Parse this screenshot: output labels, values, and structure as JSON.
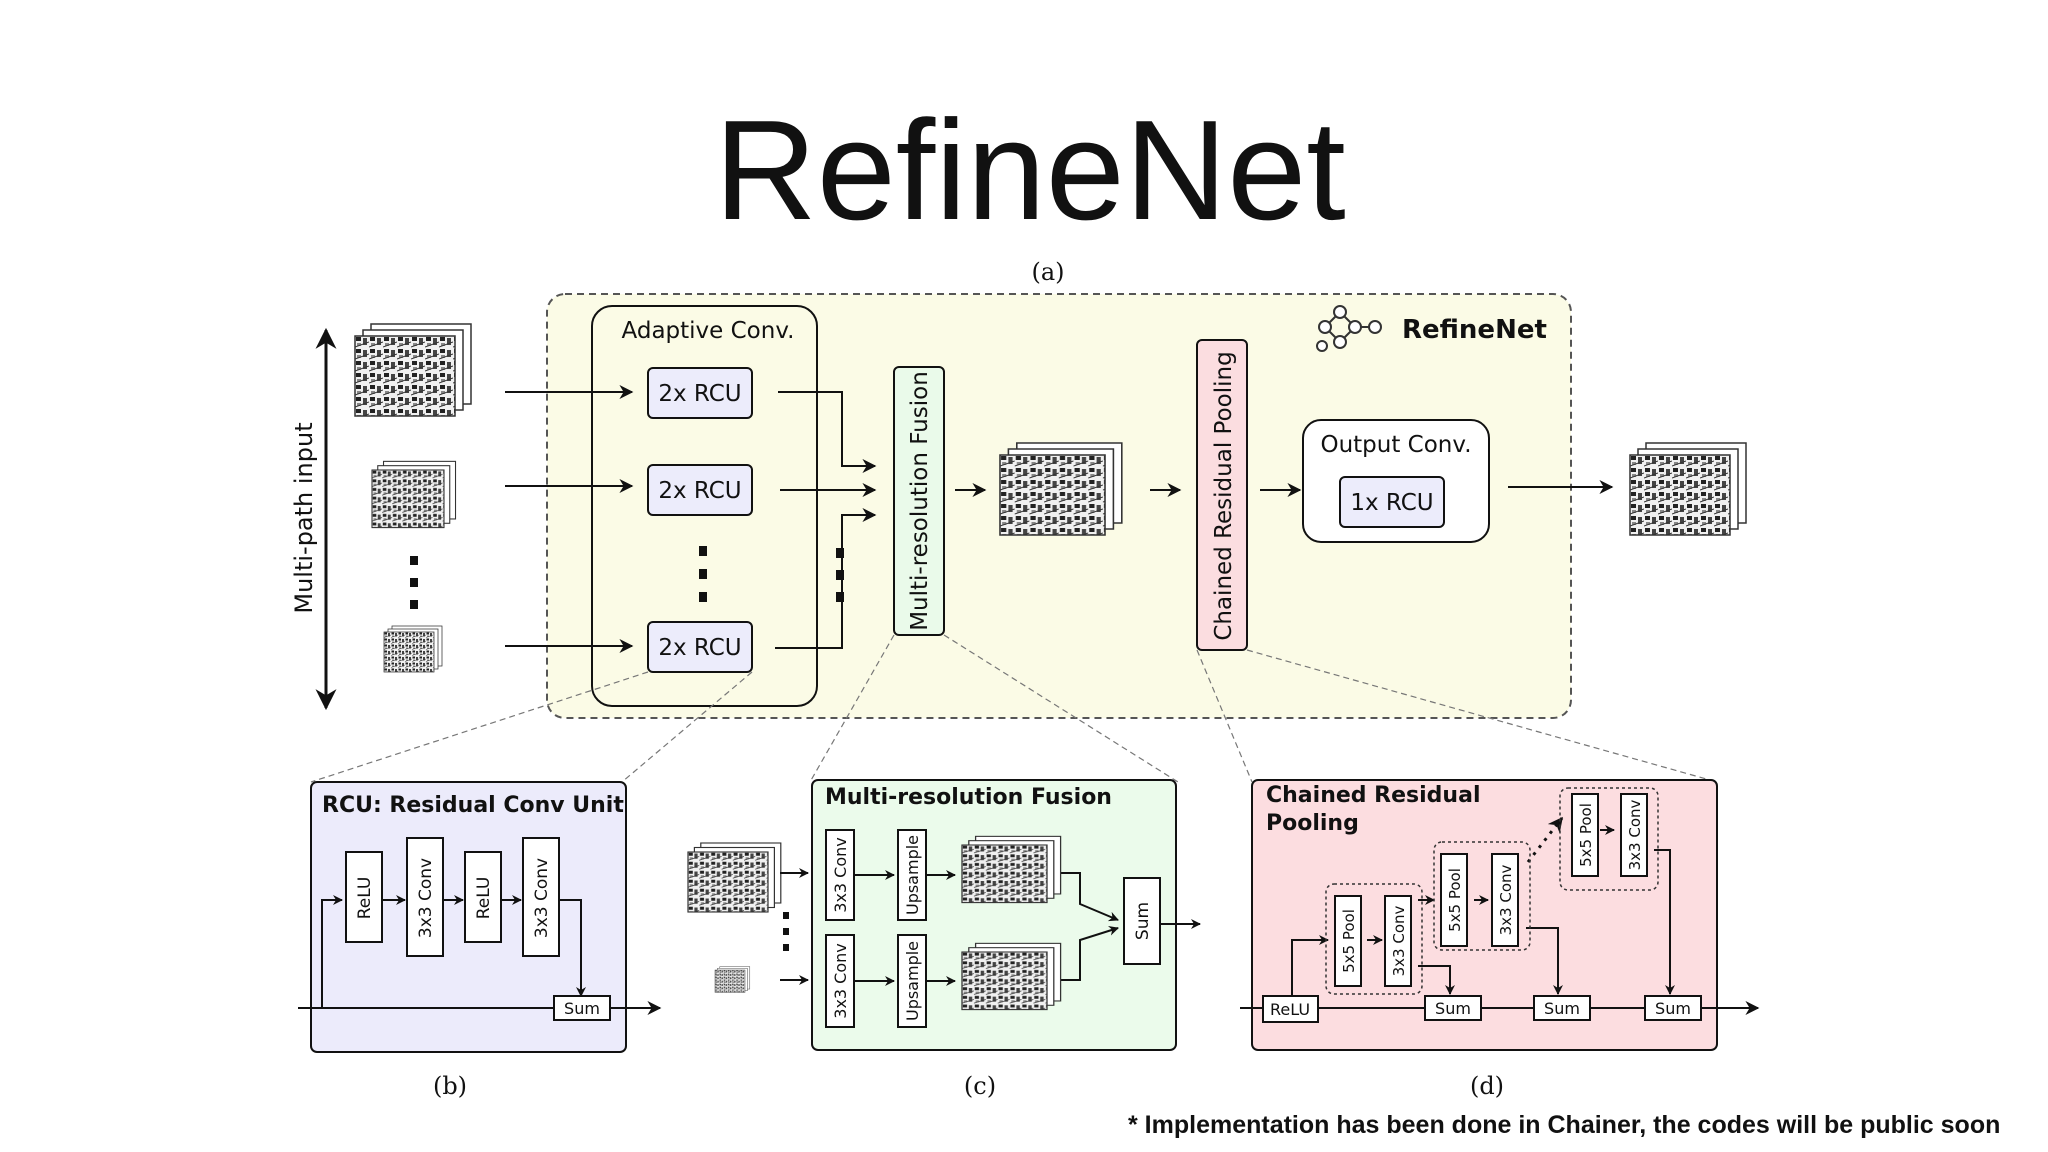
{
  "slide": {
    "title": "RefineNet",
    "footnote": "* Implementation has been done in Chainer, the codes will be public soon"
  },
  "diagram": {
    "panel_a": {
      "caption": "(a)",
      "logo_text": "RefineNet",
      "side_label": "Multi-path input",
      "adaptive_conv": {
        "title": "Adaptive Conv.",
        "blocks": [
          "2x RCU",
          "2x RCU",
          "2x RCU"
        ]
      },
      "fusion_label": "Multi-resolution Fusion",
      "pooling_label": "Chained Residual Pooling",
      "output_conv": {
        "title": "Output Conv.",
        "block": "1x RCU"
      }
    },
    "panel_b": {
      "caption": "(b)",
      "title": "RCU: Residual Conv Unit",
      "layers": [
        "ReLU",
        "3x3 Conv",
        "ReLU",
        "3x3 Conv"
      ],
      "sum": "Sum"
    },
    "panel_c": {
      "caption": "(c)",
      "title": "Multi-resolution Fusion",
      "conv": [
        "3x3 Conv",
        "3x3 Conv"
      ],
      "upsample": [
        "Upsample",
        "Upsample"
      ],
      "sum": "Sum"
    },
    "panel_d": {
      "caption": "(d)",
      "title_line1": "Chained Residual",
      "title_line2": "Pooling",
      "relu": "ReLU",
      "pools": [
        "5x5 Pool",
        "5x5 Pool",
        "5x5 Pool"
      ],
      "convs": [
        "3x3 Conv",
        "3x3 Conv",
        "3x3 Conv"
      ],
      "sums": [
        "Sum",
        "Sum",
        "Sum"
      ]
    }
  },
  "colors": {
    "panel_a_bg": "#fbfbe6",
    "rcu_block": "#ececfb",
    "fusion_bg": "#eafaea",
    "pooling_bg": "#fbdde0",
    "panel_b_bg": "#ecebfb",
    "panel_c_bg": "#ebfbeb",
    "panel_d_bg": "#fcdde0"
  }
}
